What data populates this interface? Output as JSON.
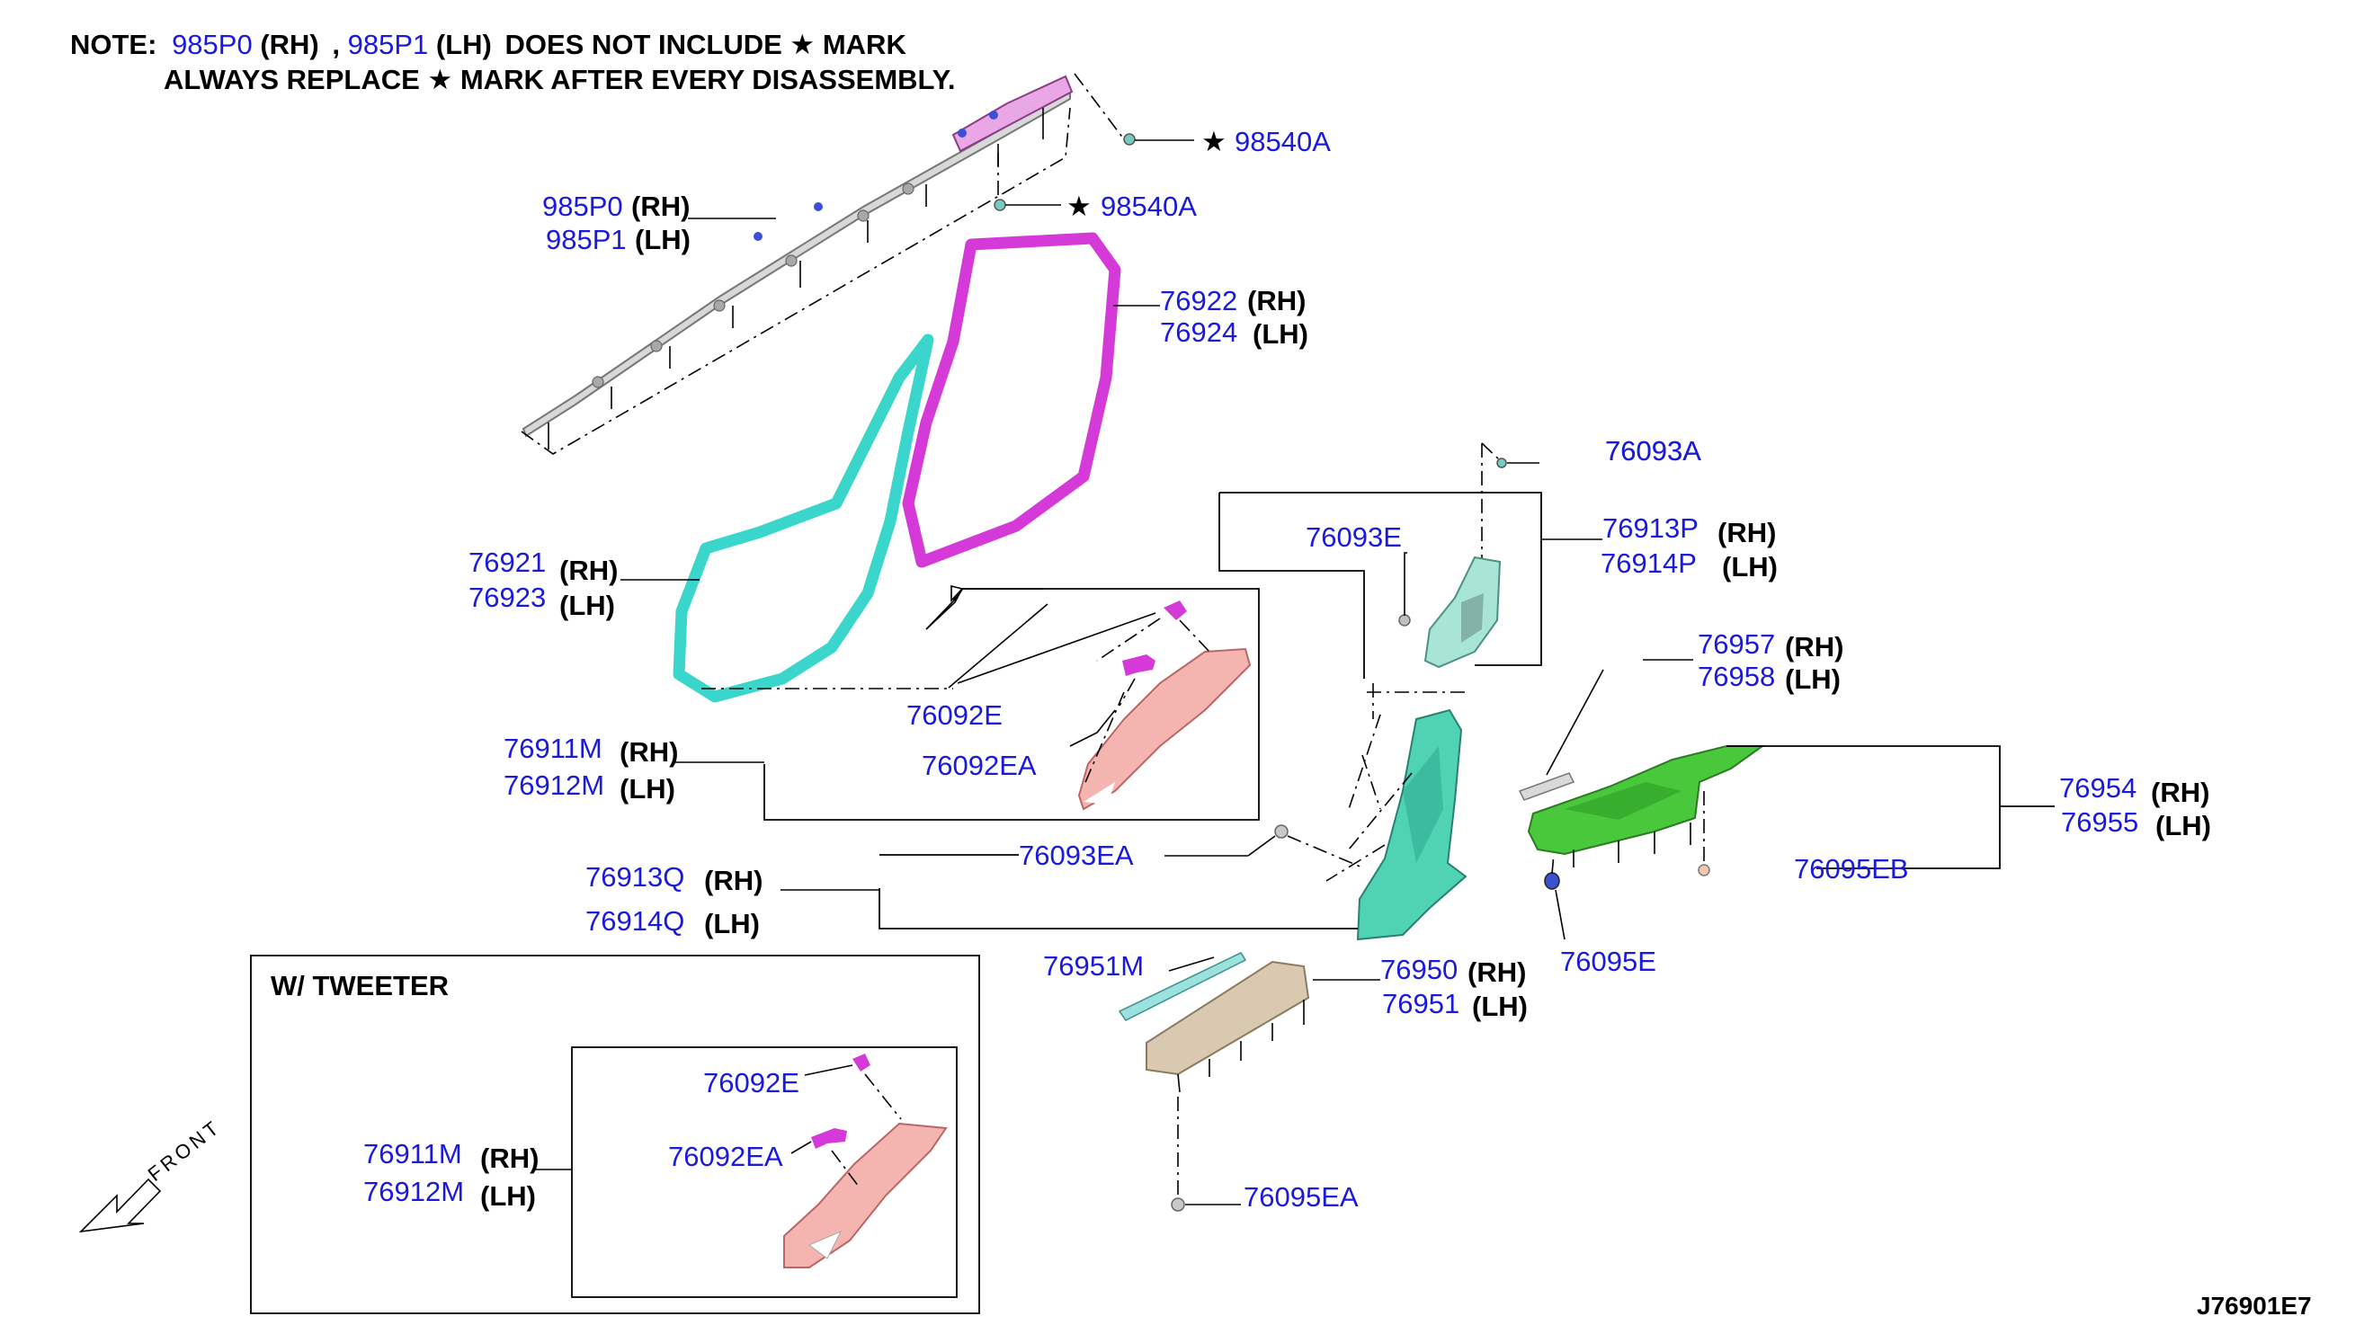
{
  "note": {
    "prefix": "NOTE:",
    "pn_rh": "985P0",
    "rh": "(RH)",
    "sep": ",",
    "pn_lh": "985P1",
    "lh": "(LH)",
    "line1_tail": "DOES NOT INCLUDE",
    "mark_word": "MARK",
    "line2_head": "ALWAYS REPLACE",
    "line2_tail": "MARK AFTER EVERY DISASSEMBLY."
  },
  "star_mark": "★",
  "callouts": {
    "p98540A_top": "98540A",
    "p98540A_mid": "98540A",
    "p985P0": "985P0",
    "p985P1": "985P1",
    "p76922": "76922",
    "p76924": "76924",
    "p76921": "76921",
    "p76923": "76923",
    "p76093A": "76093A",
    "p76913P": "76913P",
    "p76914P": "76914P",
    "p76093E": "76093E",
    "p76957": "76957",
    "p76958": "76958",
    "p76092E": "76092E",
    "p76092EA": "76092EA",
    "p76911M": "76911M",
    "p76912M": "76912M",
    "p76954": "76954",
    "p76955": "76955",
    "p76095EB": "76095EB",
    "p76093EA": "76093EA",
    "p76913Q": "76913Q",
    "p76914Q": "76914Q",
    "p76095E": "76095E",
    "p76951M": "76951M",
    "p76950": "76950",
    "p76951": "76951",
    "p76095EA": "76095EA",
    "t76092E": "76092E",
    "t76092EA": "76092EA",
    "t76911M": "76911M",
    "t76912M": "76912M"
  },
  "side": {
    "rh": "(RH)",
    "lh": "(LH)"
  },
  "tweeter_box_title": "W/ TWEETER",
  "front_label": "FRONT",
  "diagram_code": "J76901E7",
  "colors": {
    "part_number": "#1a1adc",
    "weatherstrip_front": "#3ad6cc",
    "weatherstrip_rear": "#d53ad9",
    "pillar_trim": "#4fd3b3",
    "kicking_plate": "#48c83a",
    "pink_trim": "#f4b4b0",
    "beige_plate": "#d9c9b0",
    "garnish_grey": "#c8c8c8"
  }
}
